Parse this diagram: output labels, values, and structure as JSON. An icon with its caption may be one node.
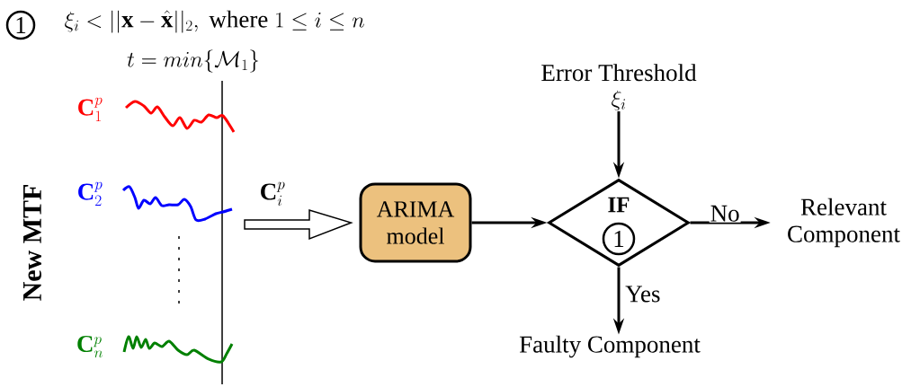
{
  "diagram": {
    "nodes": [
      {
        "text": [
          "1"
        ]
      },
      {
        "text": [
          "Error Threshold",
          "\\xi_i"
        ]
      },
      {
        "text": [
          "ARIMA model"
        ]
      },
      {
        "text": [
          "IF"
        ]
      },
      {
        "text": [
          "1"
        ],
        "in": 3
      },
      {
        "text": [
          "Relevant Component"
        ]
      },
      {
        "text": [
          "Faulty Component"
        ]
      }
    ],
    "edges": [
      {
        "from": 1,
        "to": 3,
        "arrow": "to"
      },
      {
        "from": 2,
        "to": 3,
        "arrow": "to"
      },
      {
        "from": 3,
        "to": 5,
        "arrow": "to",
        "label": "No"
      },
      {
        "from": 3,
        "to": 6,
        "arrow": "to",
        "label": "Yes"
      },
      {
        "from": null,
        "to": 2,
        "arrow": "to",
        "label": "\\mathbf{C}_i^p"
      }
    ],
    "labels": [
      "\\xi_i < ||\\mathbf{x}-\\hat{\\mathbf{x}}||_2,~\\text{where}~1\\leq i\\leq n",
      "t=min\\{\\mathcal{M}_1\\}",
      "\\mathbf{C}_1^p",
      "\\mathbf{C}_2^p",
      "\\mathbf{C}_n^p",
      "New MTF"
    ]
  }
}
